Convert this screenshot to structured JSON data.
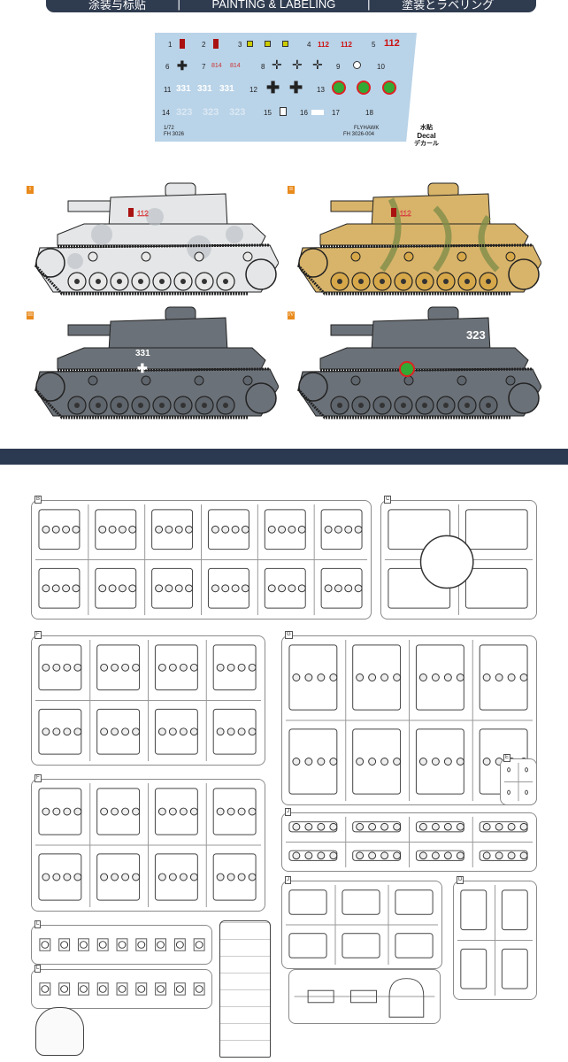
{
  "header": {
    "zh": "涂装与标贴",
    "sep": "|",
    "en": "PAINTING & LABELING",
    "ja": "塗装とラベリング"
  },
  "decal": {
    "numbers": [
      "1",
      "2",
      "3",
      "4",
      "5",
      "6",
      "7",
      "8",
      "9",
      "10",
      "11",
      "12",
      "13",
      "14",
      "15",
      "16",
      "17",
      "18"
    ],
    "texts": {
      "n4": "112",
      "n5": "112",
      "n7": "814",
      "n11": "331",
      "n14": "323"
    },
    "scale": "1/72",
    "code": "FH 3026",
    "brand": "FLYHAWK",
    "sheet": "FH 3026-004",
    "label_zh": "水贴",
    "label_en": "Decal",
    "label_ja": "デカール"
  },
  "schemes": [
    {
      "label": "I",
      "base": "#e4e6e8",
      "spot": "#b9bdc2",
      "wheel": "#e8e8e8",
      "marking": "112"
    },
    {
      "label": "II",
      "base": "#d8b46a",
      "spot": "#7f8d4a",
      "wheel": "#d7a84a",
      "marking": "112"
    },
    {
      "label": "III",
      "base": "#6b7178",
      "spot": "#6b7178",
      "wheel": "#5f656c",
      "marking": "331"
    },
    {
      "label": "IV",
      "base": "#6b7178",
      "spot": "#6b7178",
      "wheel": "#5f656c",
      "marking": "323"
    }
  ],
  "sprues": [
    {
      "letter": "B"
    },
    {
      "letter": "C"
    },
    {
      "letter": "F"
    },
    {
      "letter": "G"
    },
    {
      "letter": "F"
    },
    {
      "letter": "E"
    },
    {
      "letter": "J"
    },
    {
      "letter": "J"
    },
    {
      "letter": "D"
    },
    {
      "letter": "L"
    },
    {
      "letter": "L"
    }
  ]
}
